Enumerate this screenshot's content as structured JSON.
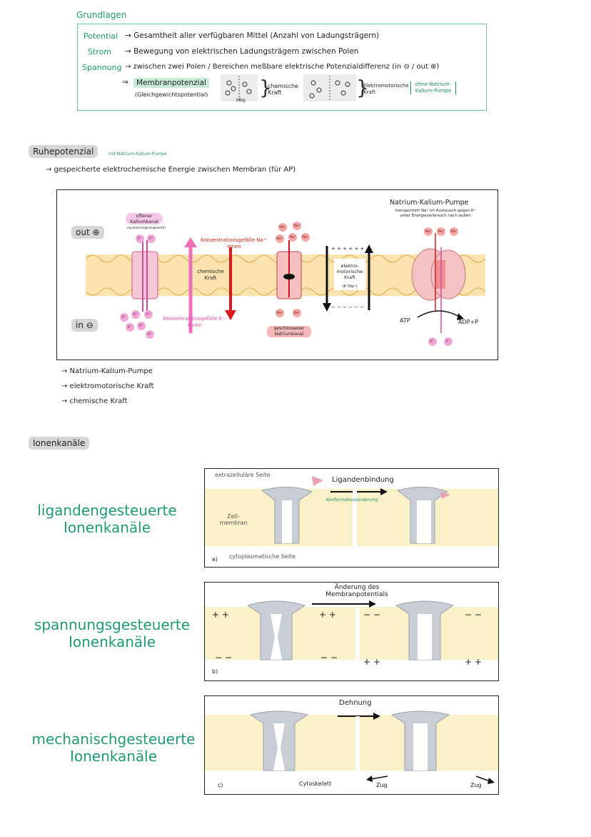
{
  "grundlagen": {
    "heading": "Grundlagen",
    "rows": [
      {
        "term": "Potential",
        "definition": "→ Gesamtheit aller verfügbaren Mittel (Anzahl von Ladungsträgern)"
      },
      {
        "term": "Strom",
        "definition": "→ Bewegung von elektrischen Ladungsträgern zwischen Polen"
      },
      {
        "term": "Spannung",
        "definition": "→ zwischen zwei Polen / Bereichen meßbare elektrische Potenzialdifferenz (in ⊖ / out ⊕)"
      }
    ],
    "membranpotenzial": "Membranpotenzial",
    "gleichgewicht": "(Gleichgewichtspotential)",
    "chemische_kraft": "chemische Kraft",
    "elektromotorische_kraft": "Elektromotorische Kraft",
    "ohne_pumpe": "ohne Natrium-Kalium-Pumpe",
    "membran_label": "Mbg"
  },
  "ruhepotenzial": {
    "heading": "Ruhepotenzial",
    "note": "mit Natrium-Kalium-Pumpe",
    "definition": "→ gespeicherte elektrochemische Energie zwischen Membran (für AP)"
  },
  "diagram": {
    "out_label": "out ⊕",
    "in_label": "in ⊖",
    "offener_kaliumkanal": "offener Kaliumkanal",
    "offener_sub": "(dynamisch/gleichgewicht)",
    "k_gefaelle": "Konzentrationsgefälle K⁺-Ionen",
    "chemische_kraft": "chemische Kraft",
    "na_gefaelle": "Konzentrationsgefälle Na⁺-Ionen",
    "geschlossener": "geschlossener Natriumkanal",
    "elektromotorische": "elektro-motorische Kraft",
    "em_sub": "(K⁺/Na⁺)",
    "pumpe_title": "Natrium-Kalium-Pumpe",
    "pumpe_desc": "transportiert Na⁺ im Austausch gegen K⁺ unter Energieverbrauch nach außen",
    "atp": "ATP",
    "adp": "ADP+P",
    "na": "Na⁺",
    "k": "K⁺",
    "plus": "+ + + + + +",
    "minus": "− − − − − −"
  },
  "bullets": [
    "→ Natrium-Kalium-Pumpe",
    "→ elektromotorische Kraft",
    "→ chemische Kraft"
  ],
  "ionenkanaele": {
    "heading": "Ionenkanäle",
    "ligand_label": "ligandengesteuerte Ionenkanäle",
    "spannung_label": "spannungsgesteuerte Ionenkanäle",
    "mechanisch_label": "mechanischgesteuerte Ionenkanäle",
    "panel_a": {
      "extrazellulaer": "extrazelluläre Seite",
      "ligandenbindung": "Ligandenbindung",
      "konformation": "Konformationsänderung",
      "zellmembran": "Zell-membran",
      "cytoplasma": "cytoplasmatische Seite",
      "letter": "a)"
    },
    "panel_b": {
      "aenderung": "Änderung des Membranpotentials",
      "letter": "b)",
      "plus": "+ +",
      "minus": "− −"
    },
    "panel_c": {
      "dehnung": "Dehnung",
      "cytoskelett": "Cytoskelett",
      "zug": "Zug",
      "letter": "c)"
    }
  }
}
